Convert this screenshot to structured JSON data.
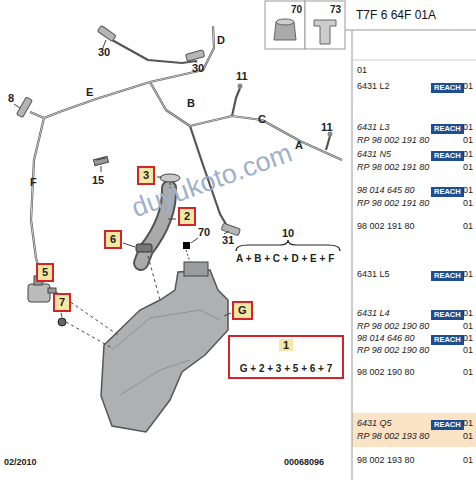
{
  "diagram": {
    "nodes": [
      {
        "text": [
          "3"
        ]
      },
      {
        "text": [
          "2"
        ]
      },
      {
        "text": [
          "6"
        ]
      },
      {
        "text": [
          "5"
        ]
      },
      {
        "text": [
          "7"
        ]
      },
      {
        "text": [
          "G"
        ]
      },
      {
        "text": [
          "1",
          "G + 2 + 3 + 5 + 6 + 7"
        ]
      },
      {
        "text": [
          "REACH"
        ]
      },
      {
        "text": [
          "REACH"
        ]
      },
      {
        "text": [
          "REACH"
        ]
      },
      {
        "text": [
          "REACH"
        ]
      },
      {
        "text": [
          "REACH"
        ]
      },
      {
        "text": [
          "REACH"
        ]
      },
      {
        "text": [
          "REACH"
        ]
      },
      {
        "text": [
          "REACH"
        ]
      }
    ],
    "labels": [
      "70",
      "73",
      "T7F 6 64F 01A",
      "D",
      "30",
      "30",
      "8",
      "E",
      "B",
      "11",
      "C",
      "11",
      "A",
      "15",
      "F",
      "31",
      "70",
      "10",
      "A + B + C + D + E + F",
      "02/2010",
      "00068096",
      "duyukoto.com",
      "01",
      "6431 L2",
      "01",
      "6431 L3",
      "01",
      "RP 98 002 191 80",
      "01",
      "6431 N5",
      "01",
      "RP 98 002 191 80",
      "01",
      "98 014 645 80",
      "01",
      "RP 98 002 191 80",
      "01",
      "98 002 191 80",
      "01",
      "6431 L5",
      "01",
      "6431 L4",
      "01",
      "RP 98 002 190 80",
      "01",
      "98 014 646 80",
      "01",
      "RP 98 002 190 80",
      "01",
      "98 002 190 80",
      "01",
      "6431 Q5",
      "01",
      "RP 98 002 193 80",
      "01",
      "98 002 193 80",
      "01"
    ]
  }
}
